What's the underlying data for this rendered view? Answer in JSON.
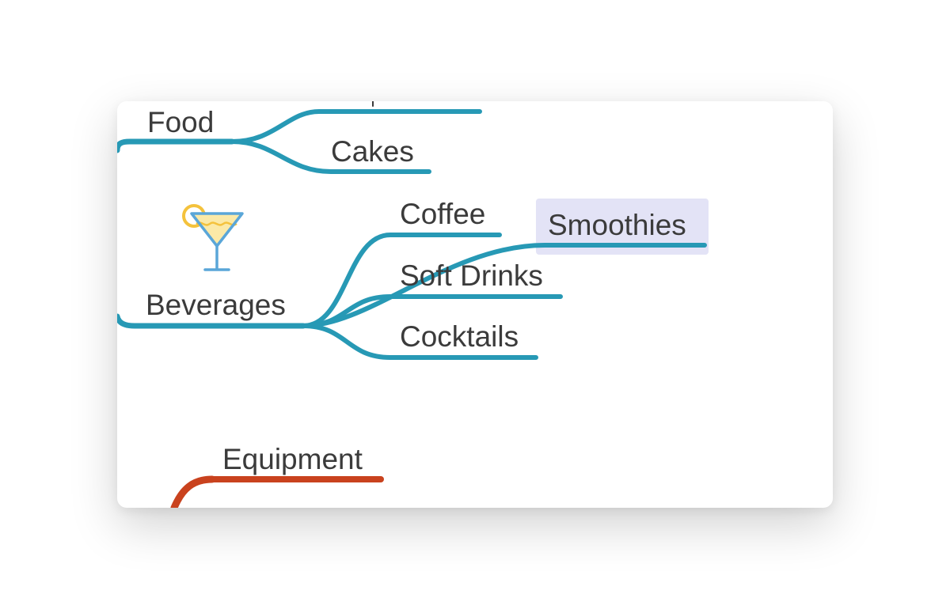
{
  "mindmap": {
    "nodes": {
      "food": "Food",
      "cakes": "Cakes",
      "beverages": "Beverages",
      "coffee": "Coffee",
      "soft_drinks": "Soft Drinks",
      "cocktails": "Cocktails",
      "smoothies": "Smoothies",
      "equipment": "Equipment"
    },
    "selected_node": "Smoothies",
    "icons": {
      "beverages": "cocktail-glass-icon"
    },
    "colors": {
      "branch_blue": "#2799b5",
      "branch_orange": "#c9421e",
      "selection_highlight": "#e3e3f6",
      "text": "#3b3b3b",
      "icon_outline": "#5aa6d8",
      "icon_lemon": "#f4c23c",
      "icon_drink": "#fbe9a7"
    }
  }
}
